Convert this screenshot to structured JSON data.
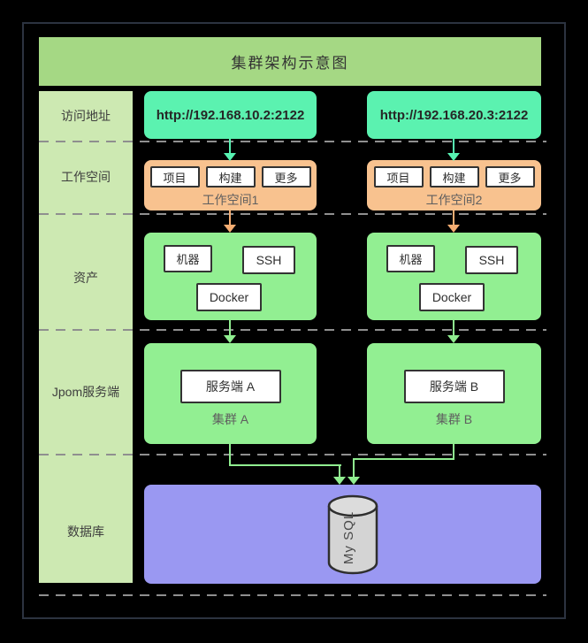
{
  "title": "集群架构示意图",
  "sidebar": {
    "labels": [
      "访问地址",
      "工作空间",
      "资产",
      "Jpom服务端",
      "数据库"
    ]
  },
  "columns": [
    {
      "url": "http://192.168.10.2:2122",
      "workspace": {
        "buttons": [
          "项目",
          "构建",
          "更多"
        ],
        "label": "工作空间1"
      },
      "assets": {
        "machine": "机器",
        "ssh": "SSH",
        "docker": "Docker"
      },
      "cluster": {
        "server": "服务端 A",
        "label": "集群 A"
      }
    },
    {
      "url": "http://192.168.20.3:2122",
      "workspace": {
        "buttons": [
          "项目",
          "构建",
          "更多"
        ],
        "label": "工作空间2"
      },
      "assets": {
        "machine": "机器",
        "ssh": "SSH",
        "docker": "Docker"
      },
      "cluster": {
        "server": "服务端 B",
        "label": "集群 B"
      }
    }
  ],
  "database": {
    "cylinder_label": "My SQL"
  },
  "colors": {
    "background": "#000000",
    "frame_border": "#2c3340",
    "title_bar": "#a5d884",
    "sidebar": "#cde9b2",
    "access_url_box": "#5bf2b0",
    "workspace_box": "#f8c28f",
    "green_box": "#92ef92",
    "database_box": "#9a98f2",
    "cylinder_fill": "#d4d4d4",
    "dashed_line": "#8f8f8f",
    "connector_mint": "#57f2b2",
    "connector_orange": "#f5ad72",
    "connector_green": "#90ee90"
  }
}
